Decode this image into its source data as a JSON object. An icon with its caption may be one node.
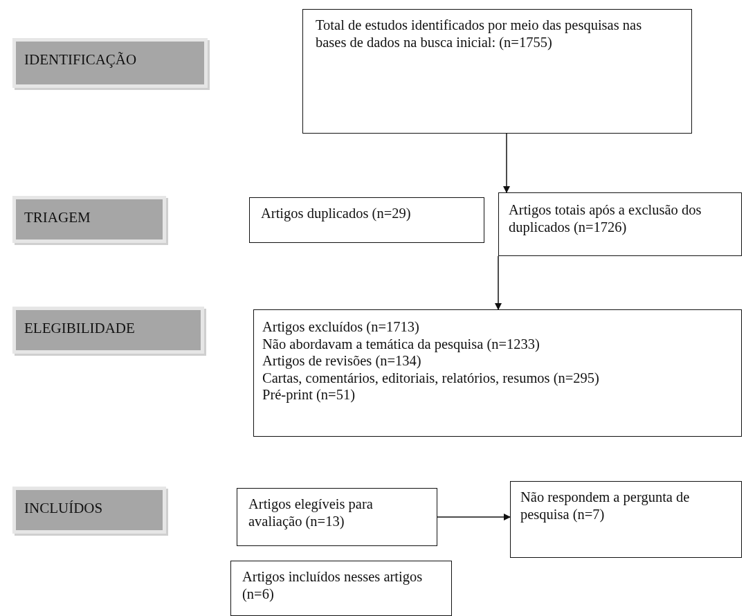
{
  "diagram": {
    "nodes": [
      {
        "text": [
          "IDENTIFICAÇÃO"
        ]
      },
      {
        "text": [
          "Total de estudos identificados por meio das pesquisas nas bases de dados na busca inicial: (n=1755)"
        ]
      },
      {
        "text": [
          "TRIAGEM"
        ]
      },
      {
        "text": [
          "Artigos duplicados (n=29)"
        ]
      },
      {
        "text": [
          "Artigos totais após a exclusão dos duplicados (n=1726)"
        ]
      },
      {
        "text": [
          "ELEGIBILIDADE"
        ]
      },
      {
        "text": [
          "Artigos excluídos (n=1713)",
          "Não abordavam a temática da pesquisa (n=1233)",
          "Artigos de revisões (n=134)",
          "Cartas, comentários, editoriais, relatórios, resumos (n=295)",
          "Pré-print (n=51)"
        ]
      },
      {
        "text": [
          "INCLUÍDOS"
        ]
      },
      {
        "text": [
          "Artigos elegíveis para avaliação (n=13)"
        ]
      },
      {
        "text": [
          "Não respondem a pergunta de pesquisa (n=7)"
        ]
      },
      {
        "text": [
          "Artigos incluídos nesses artigos (n=6)"
        ]
      }
    ],
    "edges": [
      {
        "from": 1,
        "to": 4,
        "arrow": "to"
      },
      {
        "from": 4,
        "to": 6,
        "arrow": "to"
      },
      {
        "from": 8,
        "to": 9,
        "arrow": "to"
      }
    ]
  }
}
